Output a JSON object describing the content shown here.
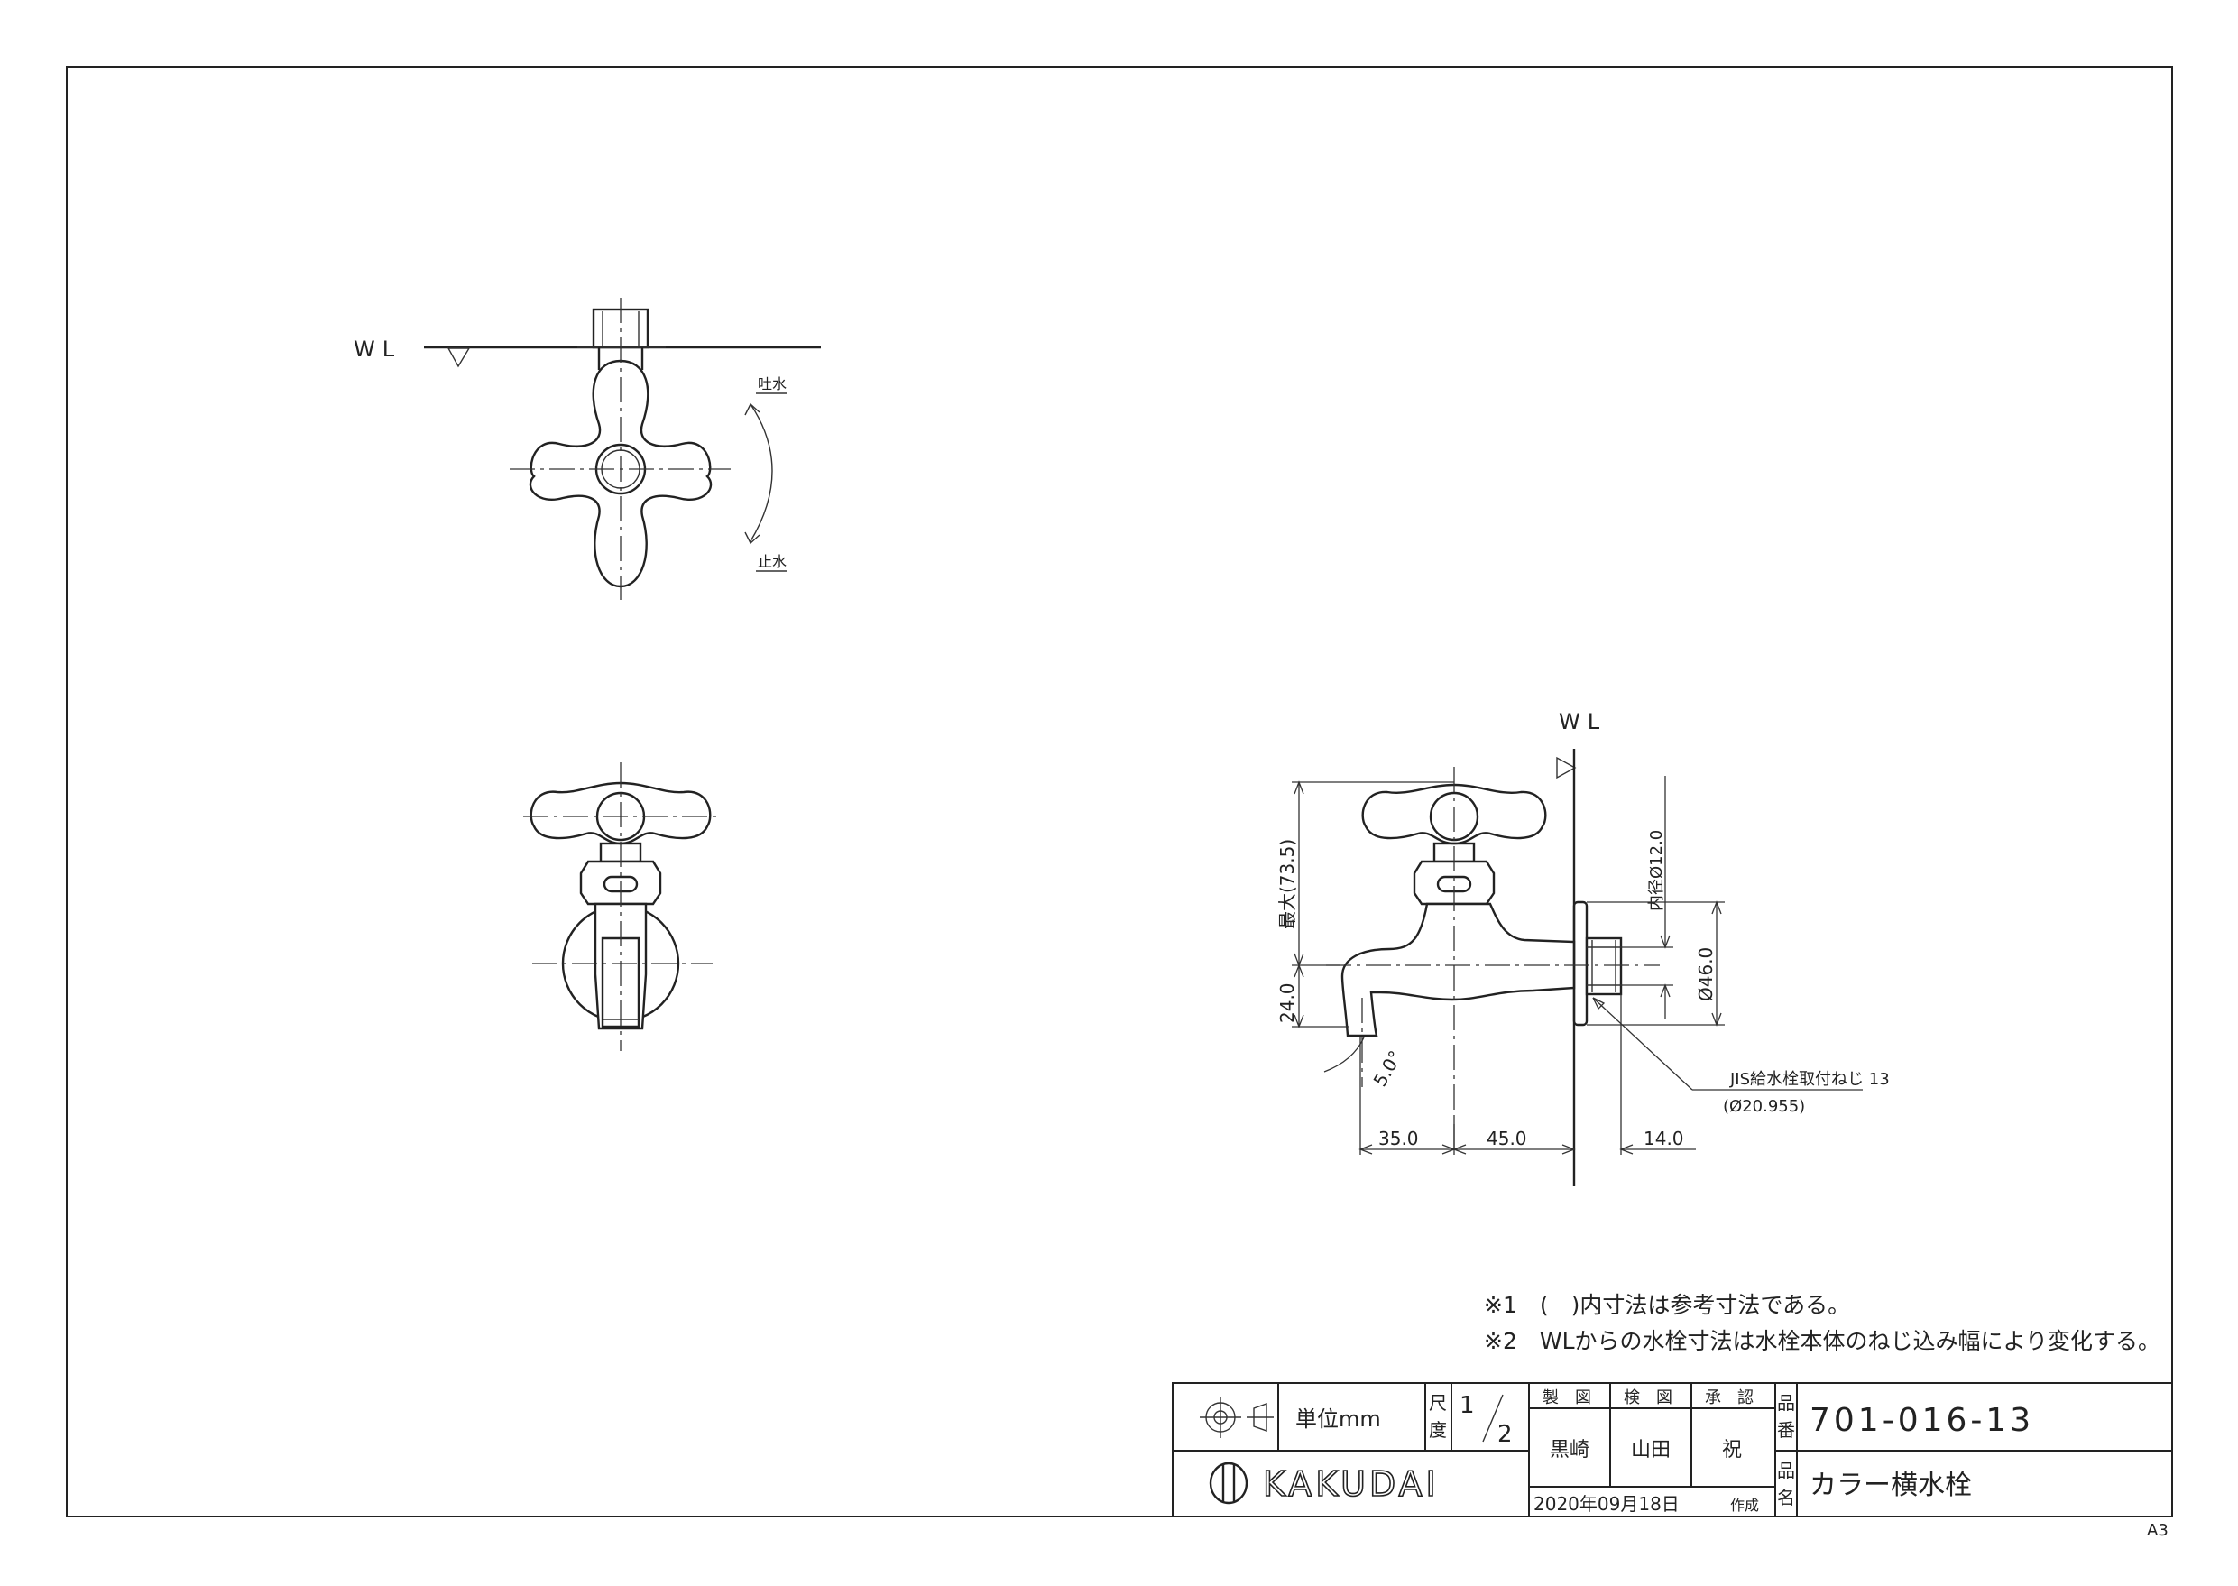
{
  "drawing": {
    "water_level_label": "WL",
    "front_view": {
      "open_label": "吐水",
      "close_label": "止水"
    },
    "side_view": {
      "wl_label": "WL",
      "max_height": "最大(73.5)",
      "bottom_height": "24.0",
      "inner_diameter": "内径Ø12.0",
      "flange_diameter": "Ø46.0",
      "angle": "5.0°",
      "dim_spout": "35.0",
      "dim_body": "45.0",
      "dim_flange": "14.0",
      "thread_label": "JIS給水栓取付ねじ 13",
      "thread_size": "(Ø20.955)"
    }
  },
  "notes": [
    "※1　(　)内寸法は参考寸法である。",
    "※2　WLからの水栓寸法は水栓本体のねじ込み幅により変化する。"
  ],
  "title_block": {
    "unit_label": "単位mm",
    "scale_label_1": "尺",
    "scale_label_2": "度",
    "scale_num": "1",
    "scale_den": "2",
    "made_by_label": "製　図",
    "checked_by_label": "検　図",
    "approved_by_label": "承　認",
    "made_by": "黒崎",
    "checked_by": "山田",
    "approved_by": "祝",
    "part_no_label_1": "品",
    "part_no_label_2": "番",
    "part_no": "701-016-13",
    "part_name_label_1": "品",
    "part_name_label_2": "名",
    "part_name": "カラー横水栓",
    "company": "KAKUDAI",
    "date": "2020年09月18日",
    "created_label": "作成"
  },
  "paper_size": "A3"
}
